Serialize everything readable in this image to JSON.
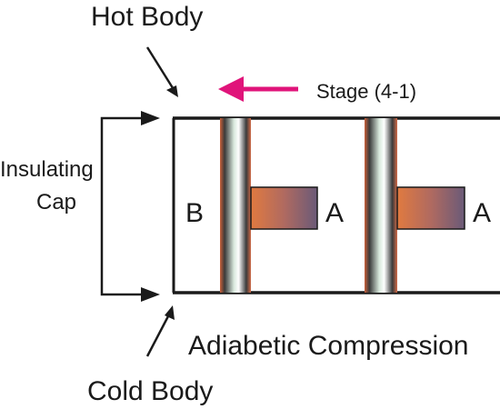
{
  "labels": {
    "hot_body": "Hot Body",
    "cold_body": "Cold Body",
    "stage": "Stage (4-1)",
    "insulating_line1": "Insulating",
    "insulating_line2": "Cap",
    "process": "Adiabetic Compression",
    "chamber_b": "B",
    "chamber_a_left": "A",
    "chamber_a_right": "A"
  },
  "colors": {
    "line": "#1a1a1a",
    "stage_arrow": "#e0147a",
    "rod_gradient": [
      "#e07a40",
      "#b06a60",
      "#6a5a78"
    ],
    "piston_gradient": [
      "#c8603a",
      "#3a3a3a",
      "#d8e8dc",
      "#ffffff",
      "#3a3a3a",
      "#d06a48"
    ]
  }
}
